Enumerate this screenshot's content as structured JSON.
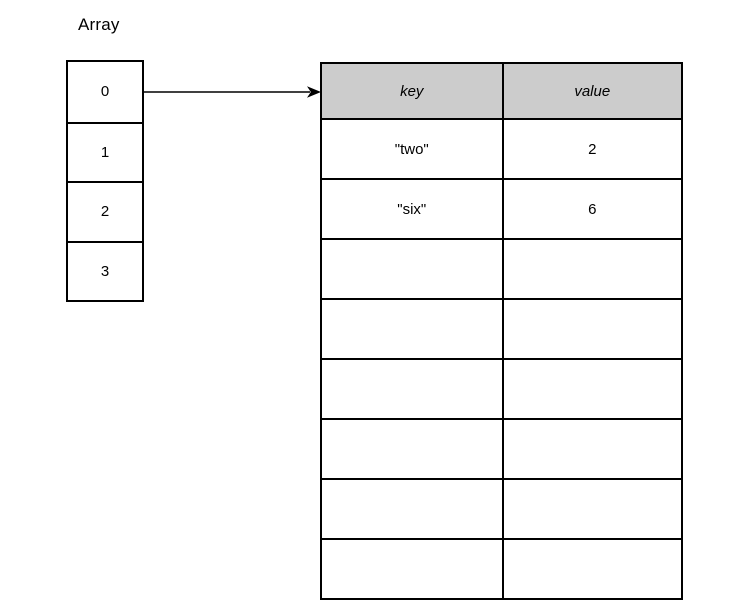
{
  "array": {
    "label": "Array",
    "cells": [
      "0",
      "1",
      "2",
      "3"
    ]
  },
  "hash_table": {
    "headers": [
      "key",
      "value"
    ],
    "rows": [
      [
        "\"two\"",
        "2"
      ],
      [
        "\"six\"",
        "6"
      ],
      [
        "",
        ""
      ],
      [
        "",
        ""
      ],
      [
        "",
        ""
      ],
      [
        "",
        ""
      ],
      [
        "",
        ""
      ],
      [
        "",
        ""
      ]
    ]
  },
  "colors": {
    "header_fill": "#cccccc",
    "line": "#000000",
    "background": "#ffffff",
    "text": "#000000"
  }
}
